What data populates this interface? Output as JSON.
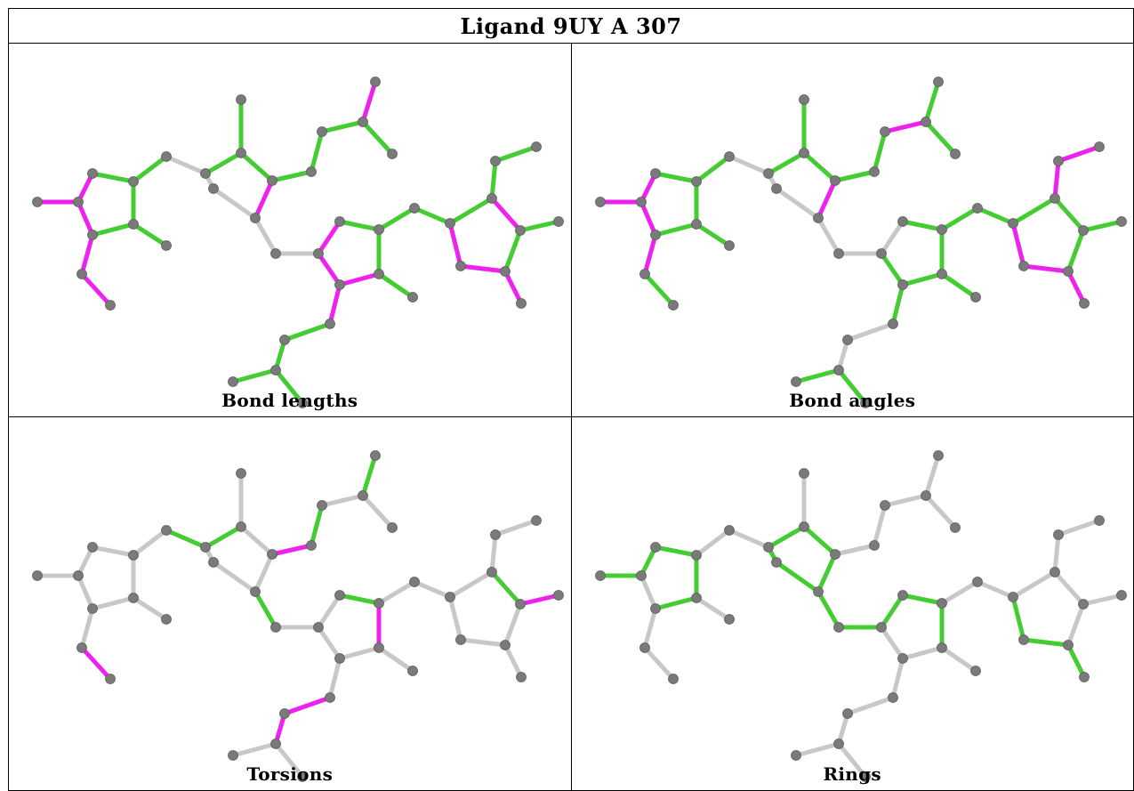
{
  "title": "Ligand 9UY A 307",
  "colors": {
    "outlier": "#ee22ee",
    "ok": "#44cc33",
    "neutral": "#c8c8c8",
    "atom": "#7a7a7a"
  },
  "panels": [
    {
      "label": "Bond lengths",
      "bonds": [
        "p",
        "p",
        "g",
        "g",
        "g",
        "p",
        "p",
        "p",
        "g",
        "g",
        "n",
        "n",
        "n",
        "p",
        "g",
        "g",
        "g",
        "g",
        "g",
        "g",
        "p",
        "g",
        "n",
        "n",
        "p",
        "g",
        "g",
        "p",
        "p",
        "g",
        "g",
        "p",
        "g",
        "g",
        "g",
        "g",
        "g",
        "g",
        "g",
        "g",
        "p",
        "g",
        "g",
        "p",
        "p",
        "p",
        "p",
        "g",
        "g",
        "g",
        "p",
        "p"
      ]
    },
    {
      "label": "Bond angles",
      "bonds": [
        "p",
        "p",
        "g",
        "g",
        "g",
        "p",
        "p",
        "g",
        "g",
        "g",
        "n",
        "n",
        "n",
        "p",
        "g",
        "g",
        "g",
        "g",
        "g",
        "p",
        "g",
        "g",
        "n",
        "n",
        "n",
        "g",
        "g",
        "g",
        "g",
        "g",
        "g",
        "g",
        "n",
        "n",
        "g",
        "g",
        "g",
        "g",
        "p",
        "p",
        "g",
        "g",
        "g",
        "p",
        "p",
        "p",
        "p",
        "p",
        "g",
        "g",
        "p",
        "p"
      ]
    },
    {
      "label": "Torsions",
      "bonds": [
        "n",
        "n",
        "n",
        "n",
        "n",
        "n",
        "n",
        "p",
        "n",
        "n",
        "g",
        "n",
        "n",
        "n",
        "n",
        "g",
        "n",
        "p",
        "g",
        "n",
        "g",
        "n",
        "g",
        "n",
        "n",
        "g",
        "p",
        "n",
        "n",
        "n",
        "n",
        "n",
        "p",
        "p",
        "n",
        "n",
        "n",
        "n",
        "n",
        "n",
        "g",
        "p",
        "n",
        "n",
        "n",
        "n",
        "n",
        "n",
        "p",
        "n",
        "n",
        "n"
      ]
    },
    {
      "label": "Rings",
      "bonds": [
        "g",
        "g",
        "g",
        "g",
        "g",
        "n",
        "n",
        "n",
        "n",
        "n",
        "n",
        "g",
        "g",
        "g",
        "g",
        "g",
        "n",
        "n",
        "n",
        "n",
        "n",
        "n",
        "g",
        "g",
        "g",
        "g",
        "g",
        "n",
        "n",
        "n",
        "n",
        "n",
        "n",
        "n",
        "n",
        "n",
        "n",
        "n",
        "n",
        "n",
        "n",
        "n",
        "n",
        "g",
        "g",
        "g",
        "g",
        "g",
        "n",
        "n",
        "n",
        "n"
      ]
    }
  ]
}
